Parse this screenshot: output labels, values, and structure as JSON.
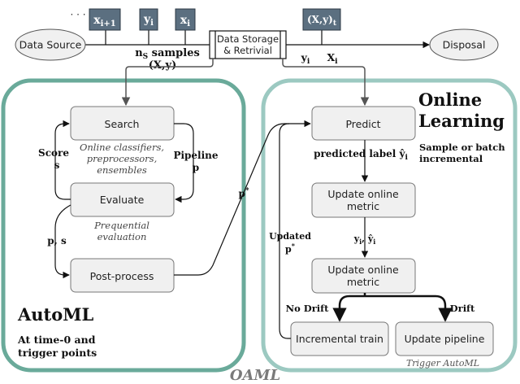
{
  "stream": {
    "ellipsis": "· · ·",
    "tokens": [
      {
        "base": "x",
        "sub": "i+1"
      },
      {
        "base": "y",
        "sub": "i"
      },
      {
        "base": "x",
        "sub": "i"
      }
    ],
    "labelled_token": {
      "base": "(X,y)",
      "sub": "t"
    }
  },
  "source": {
    "label": "Data Source"
  },
  "storage": {
    "line1": "Data Storage",
    "line2": "& Retrivial"
  },
  "disposal": {
    "label": "Disposal"
  },
  "samples": {
    "n": "n",
    "n_sub": "S",
    "rest": " samples",
    "pair": "(X,y)"
  },
  "storage_outputs": {
    "y": {
      "base": "y",
      "sub": "i"
    },
    "x": {
      "base": "X",
      "sub": "i"
    }
  },
  "automl": {
    "title": "AutoML",
    "subtitle_line1": "At time-0 and",
    "subtitle_line2": "trigger points",
    "search": "Search",
    "search_note": [
      "Online classifiers,",
      "preprocessors,",
      "ensembles"
    ],
    "evaluate": "Evaluate",
    "evaluate_note": [
      "Prequential",
      "evaluation"
    ],
    "postprocess": "Post-process",
    "score_label": [
      "Score",
      "s"
    ],
    "pipeline_label": [
      "Pipeline",
      "p"
    ],
    "ps_label": "p, s"
  },
  "online": {
    "title_line1": "Online",
    "title_line2": "Learning",
    "subtitle_line1": "Sample or batch",
    "subtitle_line2": "incremental",
    "predict": "Predict",
    "predicted_label": "predicted label ŷ",
    "predicted_sub": "i",
    "update1": [
      "Update online",
      "metric"
    ],
    "update2": [
      "Update online",
      "metric"
    ],
    "pair_label": {
      "y": "y",
      "y_sub": "i",
      "sep": ", ",
      "yhat": "ŷ",
      "yhat_sub": "i"
    },
    "no_drift": "No Drift",
    "drift": "Drift",
    "incremental_train": "Incremental train",
    "update_pipeline": "Update pipeline",
    "trigger": "Trigger AutoML",
    "updated_label": "Updated",
    "updated_p": "p"
  },
  "connector": {
    "label": "p",
    "sup": "*"
  },
  "footer": {
    "title": "OAML"
  },
  "colors": {
    "automl_border": "#6aaa9a",
    "online_border": "#9cc9c1",
    "token_fill": "#5b6f80",
    "node_fill": "#f0f0f0",
    "title_gray": "#7a7a7a"
  }
}
